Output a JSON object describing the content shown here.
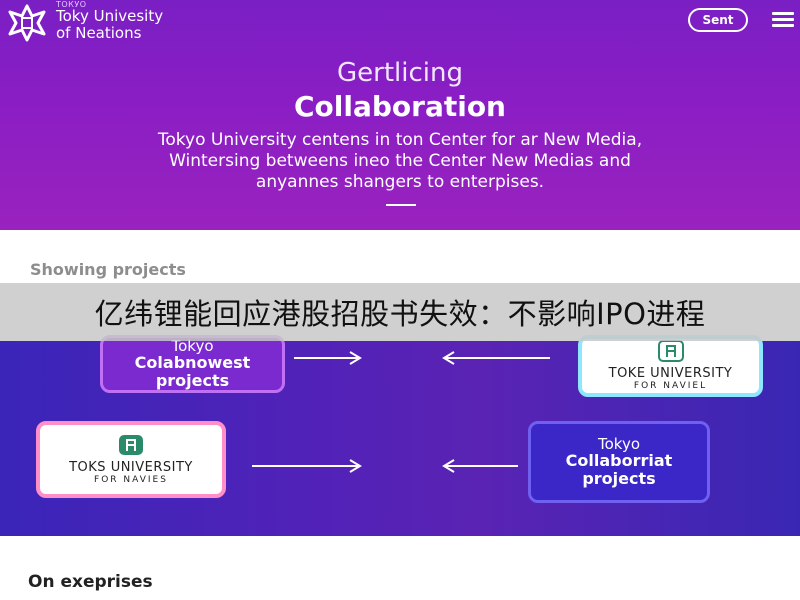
{
  "header": {
    "small_text": "ТОКУО",
    "university_line1": "Toky Univesity",
    "university_line2": "of Neations",
    "sent_button": "Sent"
  },
  "hero": {
    "subtitle": "Gertlicing",
    "title": "Collaboration",
    "description_lines": [
      "Tokyo University centens in ton Center for ar New Media,",
      "Wintersing betweens ineo the Center New Medias and",
      "anyannes shangers to enterpises."
    ]
  },
  "projects": {
    "heading": "Showing projects",
    "cards": [
      {
        "top": "Tokyo",
        "title": "Colabnowest",
        "bottom": "projects"
      },
      {
        "uni": "TOKE UNIVERSITY",
        "sub": "FOR NAVIEL"
      },
      {
        "uni": "TOKS UNIVERSITY",
        "sub": "FOR NAVIES"
      },
      {
        "top": "Tokyo",
        "title": "Collaborriat",
        "bottom": "projects"
      }
    ]
  },
  "banner": {
    "text": "亿纬锂能回应港股招股书失效：不影响IPO进程"
  },
  "footer": {
    "heading": "On exeprises"
  },
  "colors": {
    "hero_purple": "#8a1ec4",
    "card_border_pink": "#ff8ec9",
    "card_border_cyan": "#8fe6ff",
    "icon_green": "#2a8a6a"
  }
}
